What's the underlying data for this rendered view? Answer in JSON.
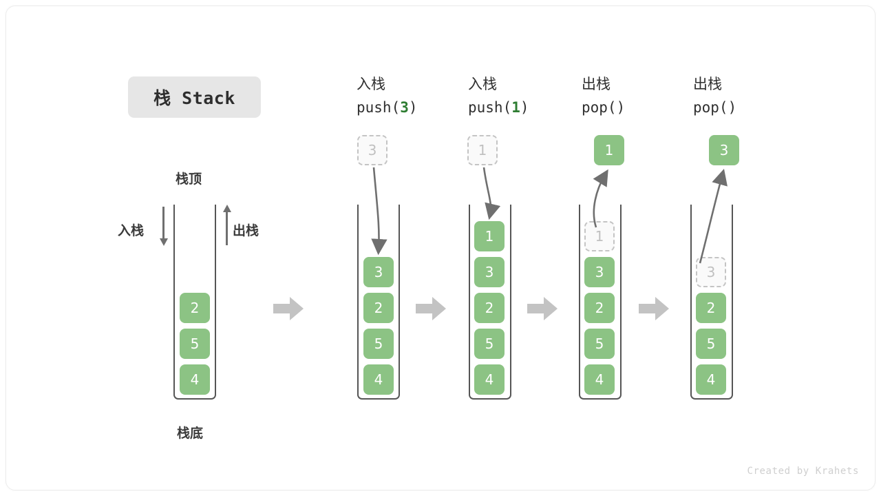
{
  "title": {
    "badge_label": "栈 Stack"
  },
  "credit": "Created by Krahets",
  "left_diagram": {
    "top_label": "栈顶",
    "bottom_label": "栈底",
    "push_label": "入栈",
    "pop_label": "出栈",
    "cells": [
      "2",
      "5",
      "4"
    ]
  },
  "steps": [
    {
      "id": "push-3",
      "title": "入栈",
      "op_prefix": "push(",
      "op_arg": "3",
      "op_suffix": ")",
      "incoming_ghost": "3",
      "cells": [
        "3",
        "2",
        "5",
        "4"
      ]
    },
    {
      "id": "push-1",
      "title": "入栈",
      "op_prefix": "push(",
      "op_arg": "1",
      "op_suffix": ")",
      "incoming_ghost": "1",
      "cells": [
        "1",
        "3",
        "2",
        "5",
        "4"
      ]
    },
    {
      "id": "pop-1",
      "title": "出栈",
      "op_prefix": "pop(",
      "op_arg": "",
      "op_suffix": ")",
      "outgoing_value": "1",
      "ghost_cell": "1",
      "cells": [
        "3",
        "2",
        "5",
        "4"
      ]
    },
    {
      "id": "pop-3",
      "title": "出栈",
      "op_prefix": "pop(",
      "op_arg": "",
      "op_suffix": ")",
      "outgoing_value": "3",
      "ghost_cell": "3",
      "cells": [
        "2",
        "5",
        "4"
      ]
    }
  ],
  "step_arrows": [
    "→",
    "→",
    "→",
    "→"
  ],
  "colors": {
    "cell_green": "#8cc384",
    "arg_green": "#2e7d32",
    "ghost_border": "#c4c4c4",
    "container_stroke": "#555555",
    "step_arrow": "#c3c3c3"
  }
}
